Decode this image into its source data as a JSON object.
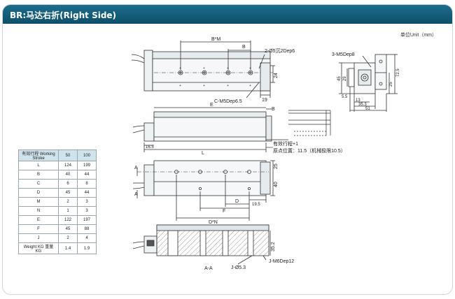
{
  "header": {
    "title": "BR:马达右折(Right Side)"
  },
  "unit_label": "单位Unit（mm）",
  "dims": {
    "bm": "B*M",
    "b": "B",
    "hole_spec": "2-Ø5沉2Dep6",
    "c_spec": "C-M5Dep6.5",
    "v24": "24",
    "v19": "19",
    "e": "E",
    "b2": "B",
    "l": "L",
    "v16_5": "16.5",
    "stroke_note": "有效行程+1",
    "origin_note": "原点位置：11.5（机械极限10.5）",
    "v25": "25",
    "v40": "40",
    "v19_5": "19.5",
    "d": "D",
    "f": "F",
    "dn": "D*N",
    "a1": "A",
    "a2": "A",
    "v35_2": "35.2",
    "j_spec": "J-Ø5.3",
    "jm_spec": "J-M6Dep12",
    "section": "A-A",
    "m5_spec": "3-M5Dep8",
    "s45": "45",
    "s29": "29",
    "s72_5": "72.5",
    "s25": "25",
    "s5_5": "5.5",
    "s13": "13",
    "s35_3": "35.3",
    "s51": "51"
  },
  "table": {
    "header": {
      "label": "有效行程 Working Stroke",
      "v50": "50",
      "v100": "100"
    },
    "rows": [
      {
        "label": "L",
        "v50": "124",
        "v100": "199"
      },
      {
        "label": "B",
        "v50": "40",
        "v100": "44"
      },
      {
        "label": "C",
        "v50": "6",
        "v100": "8"
      },
      {
        "label": "D",
        "v50": "45",
        "v100": "44"
      },
      {
        "label": "M",
        "v50": "2",
        "v100": "3"
      },
      {
        "label": "N",
        "v50": "1",
        "v100": "3"
      },
      {
        "label": "E",
        "v50": "122",
        "v100": "197"
      },
      {
        "label": "F",
        "v50": "45",
        "v100": "88"
      },
      {
        "label": "J",
        "v50": "2",
        "v100": "4"
      },
      {
        "label": "Weight KG 重量 KG",
        "v50": "1.4",
        "v100": "1.9"
      }
    ]
  }
}
